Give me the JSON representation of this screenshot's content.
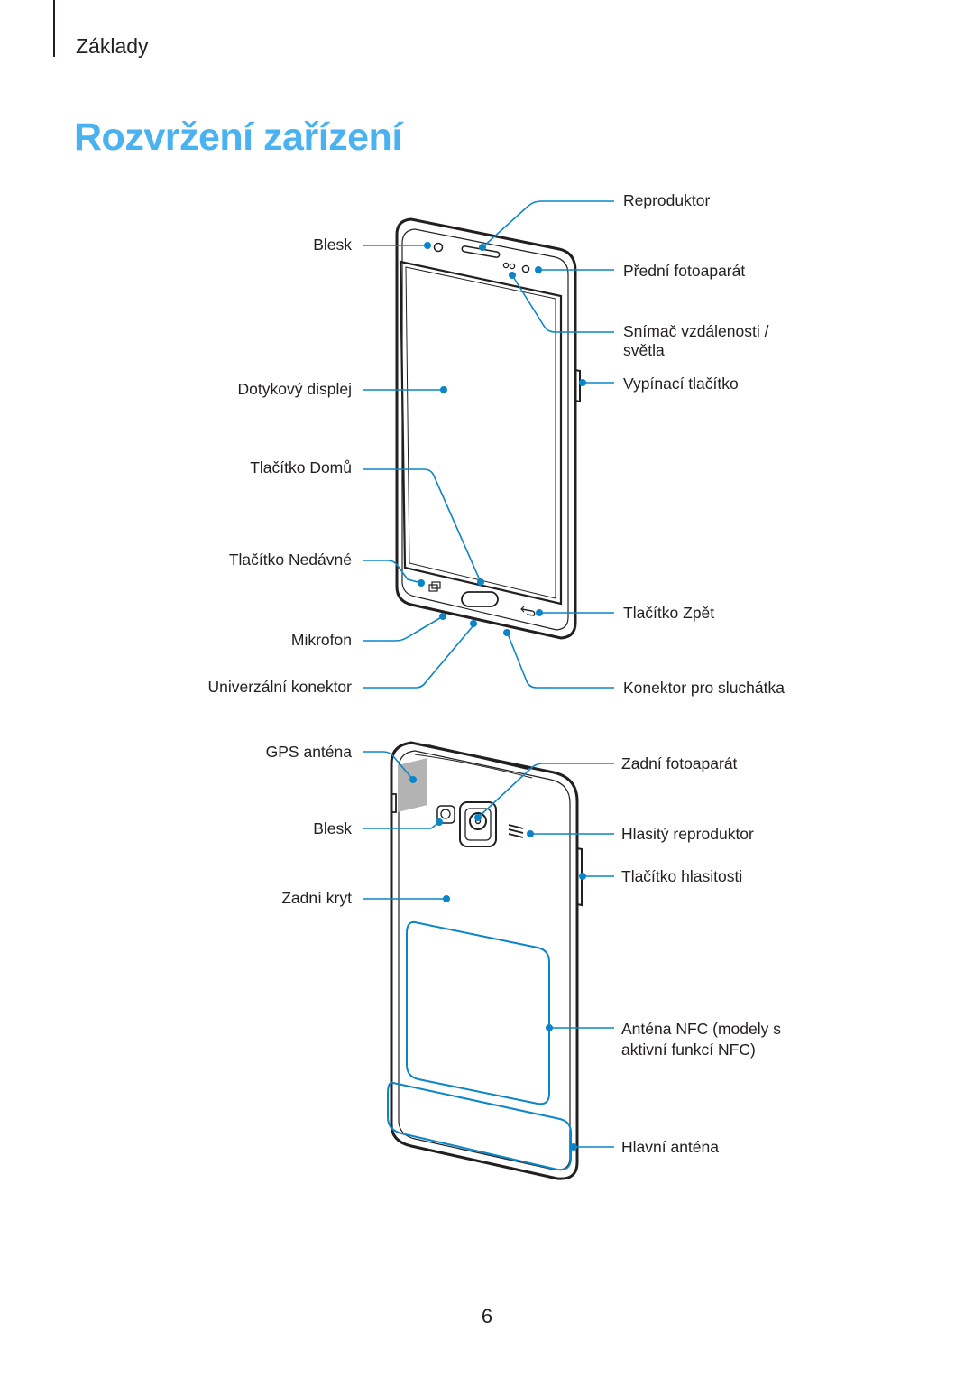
{
  "header": {
    "section": "Základy",
    "title": "Rozvržení zařízení"
  },
  "front_labels": {
    "blesk": "Blesk",
    "dotykovy_displej": "Dotykový displej",
    "tlacitko_domu": "Tlačítko Domů",
    "tlacitko_nedavne": "Tlačítko Nedávné",
    "mikrofon": "Mikrofon",
    "univerzalni_konektor": "Univerzální konektor",
    "reproduktor": "Reproduktor",
    "predni_fotoaparat": "Přední fotoaparát",
    "snimac_line1": "Snímač vzdálenosti /",
    "snimac_line2": "světla",
    "vypinaci_tlacitko": "Vypínací tlačítko",
    "tlacitko_zpet": "Tlačítko Zpět",
    "konektor_sluchatka": "Konektor pro sluchátka"
  },
  "back_labels": {
    "gps_antena": "GPS anténa",
    "blesk": "Blesk",
    "zadni_kryt": "Zadní kryt",
    "zadni_fotoaparat": "Zadní fotoaparát",
    "hlasity_reproduktor": "Hlasitý reproduktor",
    "tlacitko_hlasitosti": "Tlačítko hlasitosti",
    "nfc_line1": "Anténa NFC (modely s",
    "nfc_line2": "aktivní funkcí NFC)",
    "hlavni_antena": "Hlavní anténa"
  },
  "footer": {
    "page_number": "6"
  },
  "colors": {
    "accent": "#4ab2f1",
    "callout": "#0a86c8",
    "text": "#231f20",
    "gps_patch": "#b3b3b3"
  }
}
